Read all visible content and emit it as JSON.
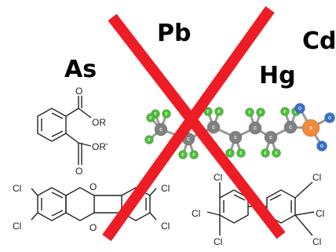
{
  "elements": {
    "arsenic": "As",
    "lead": "Pb",
    "mercury": "Hg",
    "cadmium": "Cd"
  },
  "phthalate": {
    "ester_group_1": "OR",
    "ester_group_2": "OR'",
    "oxygen": "O"
  },
  "dioxin": {
    "chlorine": "Cl",
    "oxygen": "O"
  },
  "pcb": {
    "chlorine": "Cl"
  },
  "pfos_model": {
    "fluorine": "F",
    "carbon": "C",
    "sulfur": "S",
    "oxygen": "O"
  },
  "colors": {
    "cross": "#ee1c24",
    "fluorine_atom": "#4cbf3a",
    "carbon_atom": "#808080",
    "sulfur_atom": "#f08a3c",
    "oxygen_atom": "#3a6fc8"
  },
  "icons": {
    "cross": "red-x-cross-icon"
  }
}
